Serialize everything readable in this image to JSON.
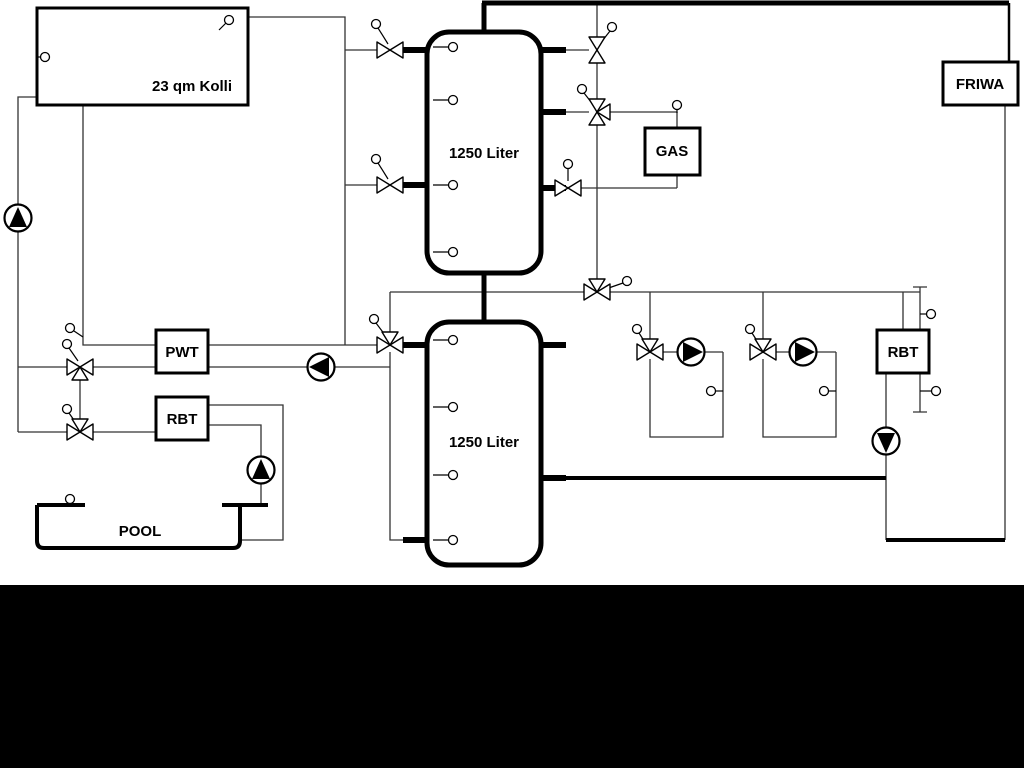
{
  "diagram": {
    "collector": {
      "label": "23 qm Kolli"
    },
    "tanks": [
      {
        "label": "1250 Liter"
      },
      {
        "label": "1250 Liter"
      }
    ],
    "gas": {
      "label": "GAS"
    },
    "friwa": {
      "label": "FRIWA"
    },
    "pwt": {
      "label": "PWT"
    },
    "rbt_left": {
      "label": "RBT"
    },
    "rbt_right": {
      "label": "RBT"
    },
    "pool": {
      "label": "POOL"
    }
  },
  "colors": {
    "line": "#000000",
    "thin_line": "#333333",
    "background": "#ffffff",
    "bottom_bar": "#000000"
  }
}
